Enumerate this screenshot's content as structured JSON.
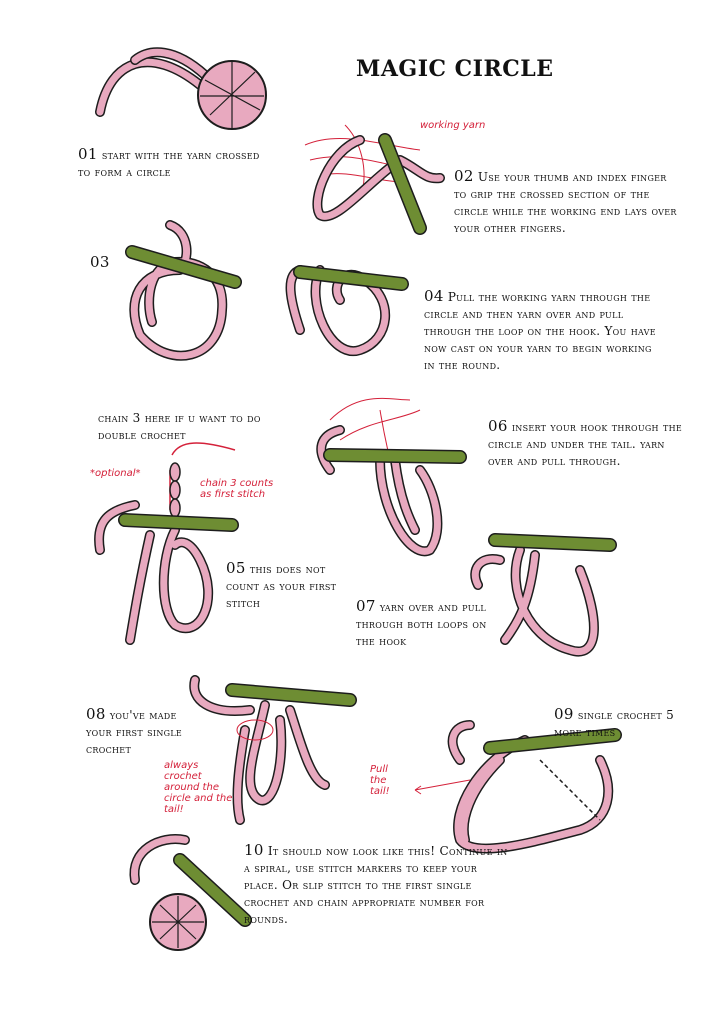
{
  "title": "MAGIC CIRCLE",
  "steps": [
    {
      "num": "01",
      "text": "start with the yarn crossed to form a circle"
    },
    {
      "num": "02",
      "text": "Use your thumb and index finger to grip the crossed section of the circle while the working end lays over your other fingers."
    },
    {
      "num": "03",
      "text": ""
    },
    {
      "num": "04",
      "text": "Pull the working yarn through the circle and then yarn over and pull through the loop on the hook. You have now cast on your yarn to begin working in the round."
    },
    {
      "num": "05",
      "text": "this does not count as your first stitch"
    },
    {
      "num": "06",
      "text": "insert your hook through the circle and under the tail. yarn over and pull through."
    },
    {
      "num": "07",
      "text": "yarn over and pull through both loops on the hook"
    },
    {
      "num": "08",
      "text": "you've made your first single crochet"
    },
    {
      "num": "09",
      "text": "single crochet 5 more times"
    },
    {
      "num": "10",
      "text": "It should now look like this! Continue in a spiral, use stitch markers to keep your place. Or slip stitch to the first single crochet and chain appropriate number for rounds."
    }
  ],
  "chain_note": "chain 3 here if u want to do double crochet",
  "annotations": {
    "working_yarn": "working yarn",
    "optional": "*optional*",
    "chain3": "chain 3 counts as first stitch",
    "always_crochet": "always crochet around the circle and the tail!",
    "pull_tail": "Pull the tail!"
  },
  "colors": {
    "yarn": "#e8a9bf",
    "hook": "#6e8d33",
    "annotation": "#d4213a",
    "outline": "#1d1d1d"
  }
}
